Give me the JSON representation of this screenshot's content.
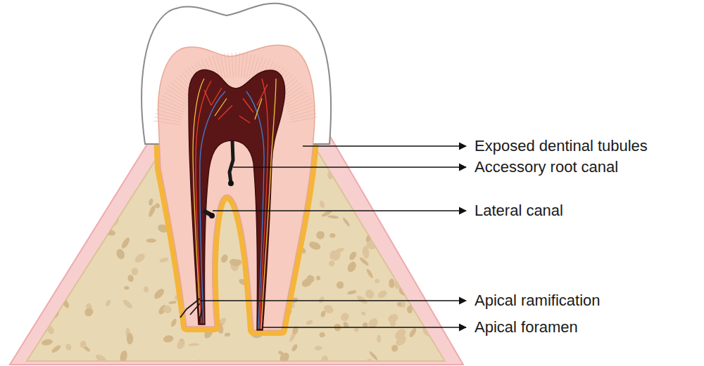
{
  "diagram": {
    "labels": [
      "Exposed dentinal tubules",
      "Accessory root canal",
      "Lateral canal",
      "Apical ramification",
      "Apical foramen"
    ]
  }
}
